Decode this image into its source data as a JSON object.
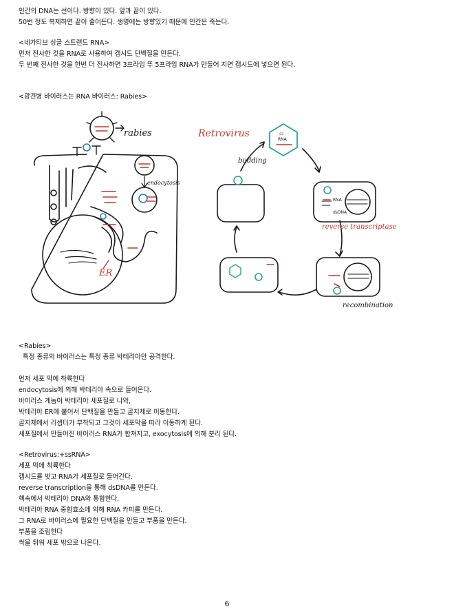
{
  "intro": {
    "line1": "인간의 DNA는 선이다. 방향이 있다. 앞과 끝이 있다.",
    "line2": "50번 정도 복제하면 끝이 줄어든다. 생명에는 방향있기 때문에 인간은 죽는다."
  },
  "neg_rna": {
    "heading": "<네가티브 싱글 스트랜드 RNA>",
    "line1": "먼저 전사한 것을 RNA로 사용하여 캡시드 단백질을 만든다.",
    "line2": "두 번째 전사한 것을 한번 더 전사하면 3프라임 뚜 5프라임 RNA가 만들어 지면 캡시드에 넣으면 된다."
  },
  "rabies_heading": "<광견병 바이러스는 RNA 바이러스: Rabies>",
  "figure": {
    "rabies_label": "rabies",
    "endocytosis_label": "endocytosis",
    "er_label": "ER",
    "retrovirus_title": "Retrovirus",
    "budding_label": "budding",
    "ss_label": "ss",
    "rna_label": "RNA",
    "rna_small": "RNA",
    "dsdna_label": "dsDNA",
    "rt_label": "reverse transcriptase",
    "recombination_label": "recombination"
  },
  "rabies": {
    "heading": "<Rabies>",
    "line1": "특정 종류의 바이러스는 특정 종류 박테리아만 공격한다.",
    "line2": "먼저 세포 막에 착륙한다",
    "line3": "endocytosis에 의해 박테리아 속으로 들어온다.",
    "line4": "바이러스 게놈이 박테리아 세포질로 나와,",
    "line5": "박테리아 ER에 붙어서 단백질을 만들고 골지체로 이동한다.",
    "line6": "골지체에서 리셉터가 부착되고 그것이 세포막을 따라 이동하게 된다.",
    "line7": "세포질에서 만들어진 바이러스 RNA가 합쳐지고, exocytosis에 의해 분리 된다."
  },
  "retro": {
    "heading": "<Retrovirus:+ssRNA>",
    "line1": "세포 막에 착륙한다",
    "line2": "캡시드를 벗고 RNA가 세포질로 들어간다.",
    "line3": "reverse transcription을 통해 dsDNA를 만든다.",
    "line4": "핵속에서 박테리아 DNA와 통합한다.",
    "line5": "박테리아 RNA 중합효소에 의해 RNA 카피를 만든다.",
    "line6": "그 RNA로 바이러스에 필요한 단백질을 만들고 부품을 만든다.",
    "line7": "부품을 조립한다",
    "line8": "싹을 튀워 세포 밖으로 나온다."
  },
  "page_number": "6"
}
